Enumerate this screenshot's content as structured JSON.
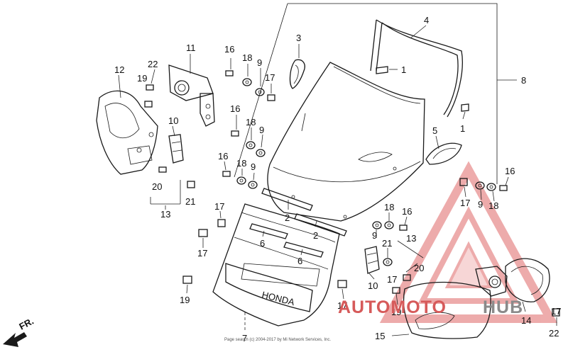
{
  "callouts": {
    "c1a": "1",
    "c1b": "1",
    "c2a": "2",
    "c2b": "2",
    "c3": "3",
    "c4": "4",
    "c5": "5",
    "c6a": "6",
    "c6b": "6",
    "c7": "7",
    "c8": "8",
    "c9a": "9",
    "c9b": "9",
    "c9c": "9",
    "c9d": "9",
    "c9e": "9",
    "c10a": "10",
    "c10b": "10",
    "c11": "11",
    "c12": "12",
    "c13a": "13",
    "c13b": "13",
    "c14": "14",
    "c15": "15",
    "c16a": "16",
    "c16b": "16",
    "c16c": "16",
    "c16d": "16",
    "c16e": "16",
    "c17a": "17",
    "c17b": "17",
    "c17c": "17",
    "c17d": "17",
    "c17e": "17",
    "c17f": "17",
    "c17g": "17",
    "c18a": "18",
    "c18b": "18",
    "c18c": "18",
    "c18d": "18",
    "c18e": "18",
    "c19a": "19",
    "c19b": "19",
    "c19c": "19",
    "c20a": "20",
    "c20b": "20",
    "c21a": "21",
    "c21b": "21",
    "c22a": "22",
    "c22b": "22"
  },
  "direction_label": "FR.",
  "fairing_brand": "HONDA",
  "copyright": "Page search (c) 2004-2017 by Mi Network Services, Inc.",
  "watermark": {
    "part1": "AUTOMOTO",
    "part2": "HUB"
  },
  "icons": {
    "direction": "arrow-front-icon",
    "watermark": "triangle-logo-icon"
  },
  "colors": {
    "line": "#1a1a1a",
    "watermark": "#d65a5a",
    "watermark_grey": "#8a8a8a"
  }
}
